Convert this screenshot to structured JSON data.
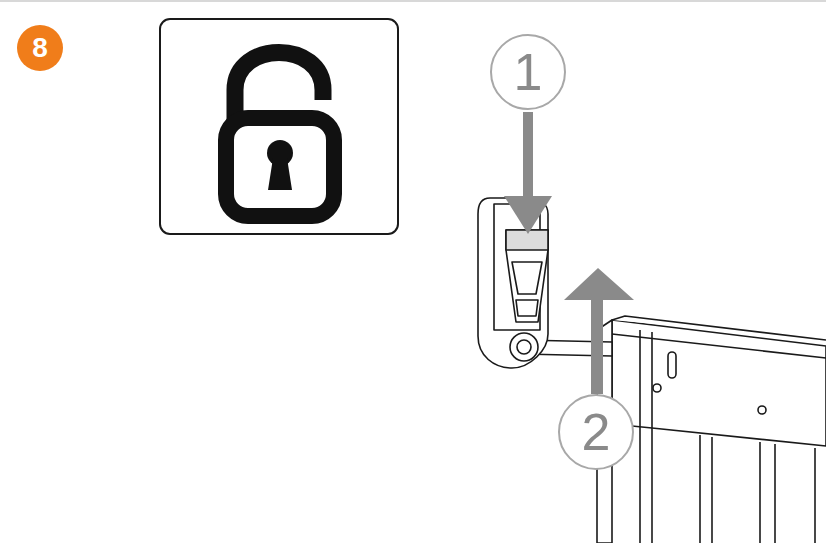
{
  "diagram": {
    "nodes": [
      {
        "text": [
          "8"
        ]
      },
      {
        "text": [
          "1"
        ]
      },
      {
        "text": [
          "2"
        ]
      }
    ]
  }
}
